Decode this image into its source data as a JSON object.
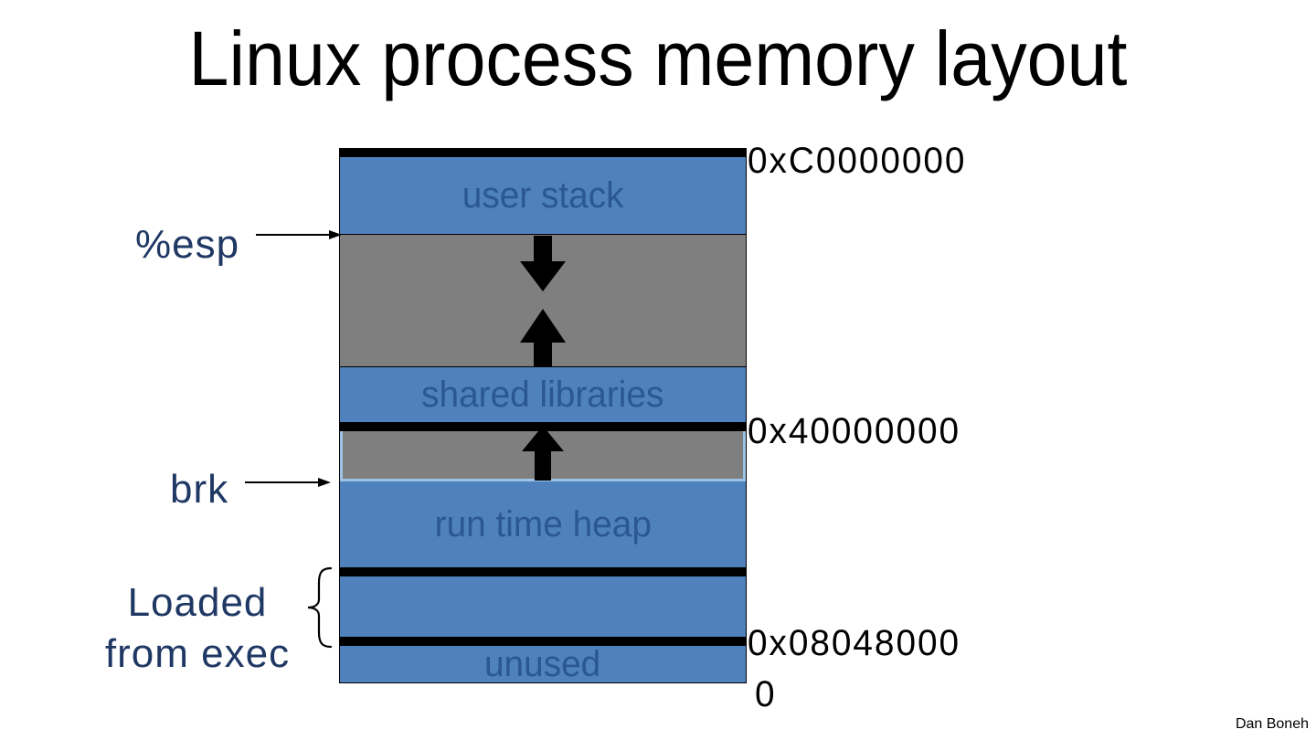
{
  "slide": {
    "title": "Linux process memory layout",
    "credit": "Dan Boneh"
  },
  "regions": {
    "user_stack": "user stack",
    "shared_libraries": "shared libraries",
    "run_time_heap": "run time heap",
    "unused": "unused"
  },
  "pointers": {
    "esp": "%esp",
    "brk": "brk",
    "loaded_from_exec": {
      "line1": "Loaded",
      "line2": "from exec"
    }
  },
  "addresses": {
    "stack_top": "0xC0000000",
    "shared_lib_start": "0x40000000",
    "exec_start": "0x08048000",
    "zero": "0"
  },
  "icons": {
    "stack_growth": "down-arrow-icon",
    "heap_growth": "up-arrow-icon",
    "shared_lib_growth": "up-arrow-icon",
    "esp_pointer": "right-arrow-icon",
    "brk_pointer": "right-arrow-icon",
    "loaded_brace": "left-curly-brace-icon"
  },
  "colors": {
    "region_fill_blue": "#4F81BD",
    "gap_fill_gray": "#7F7F7F",
    "region_label_blue": "#2B5792",
    "pointer_label_navy": "#1F3864",
    "address_black": "#000000",
    "gap_outline_light_blue": "#9DC3E6"
  }
}
